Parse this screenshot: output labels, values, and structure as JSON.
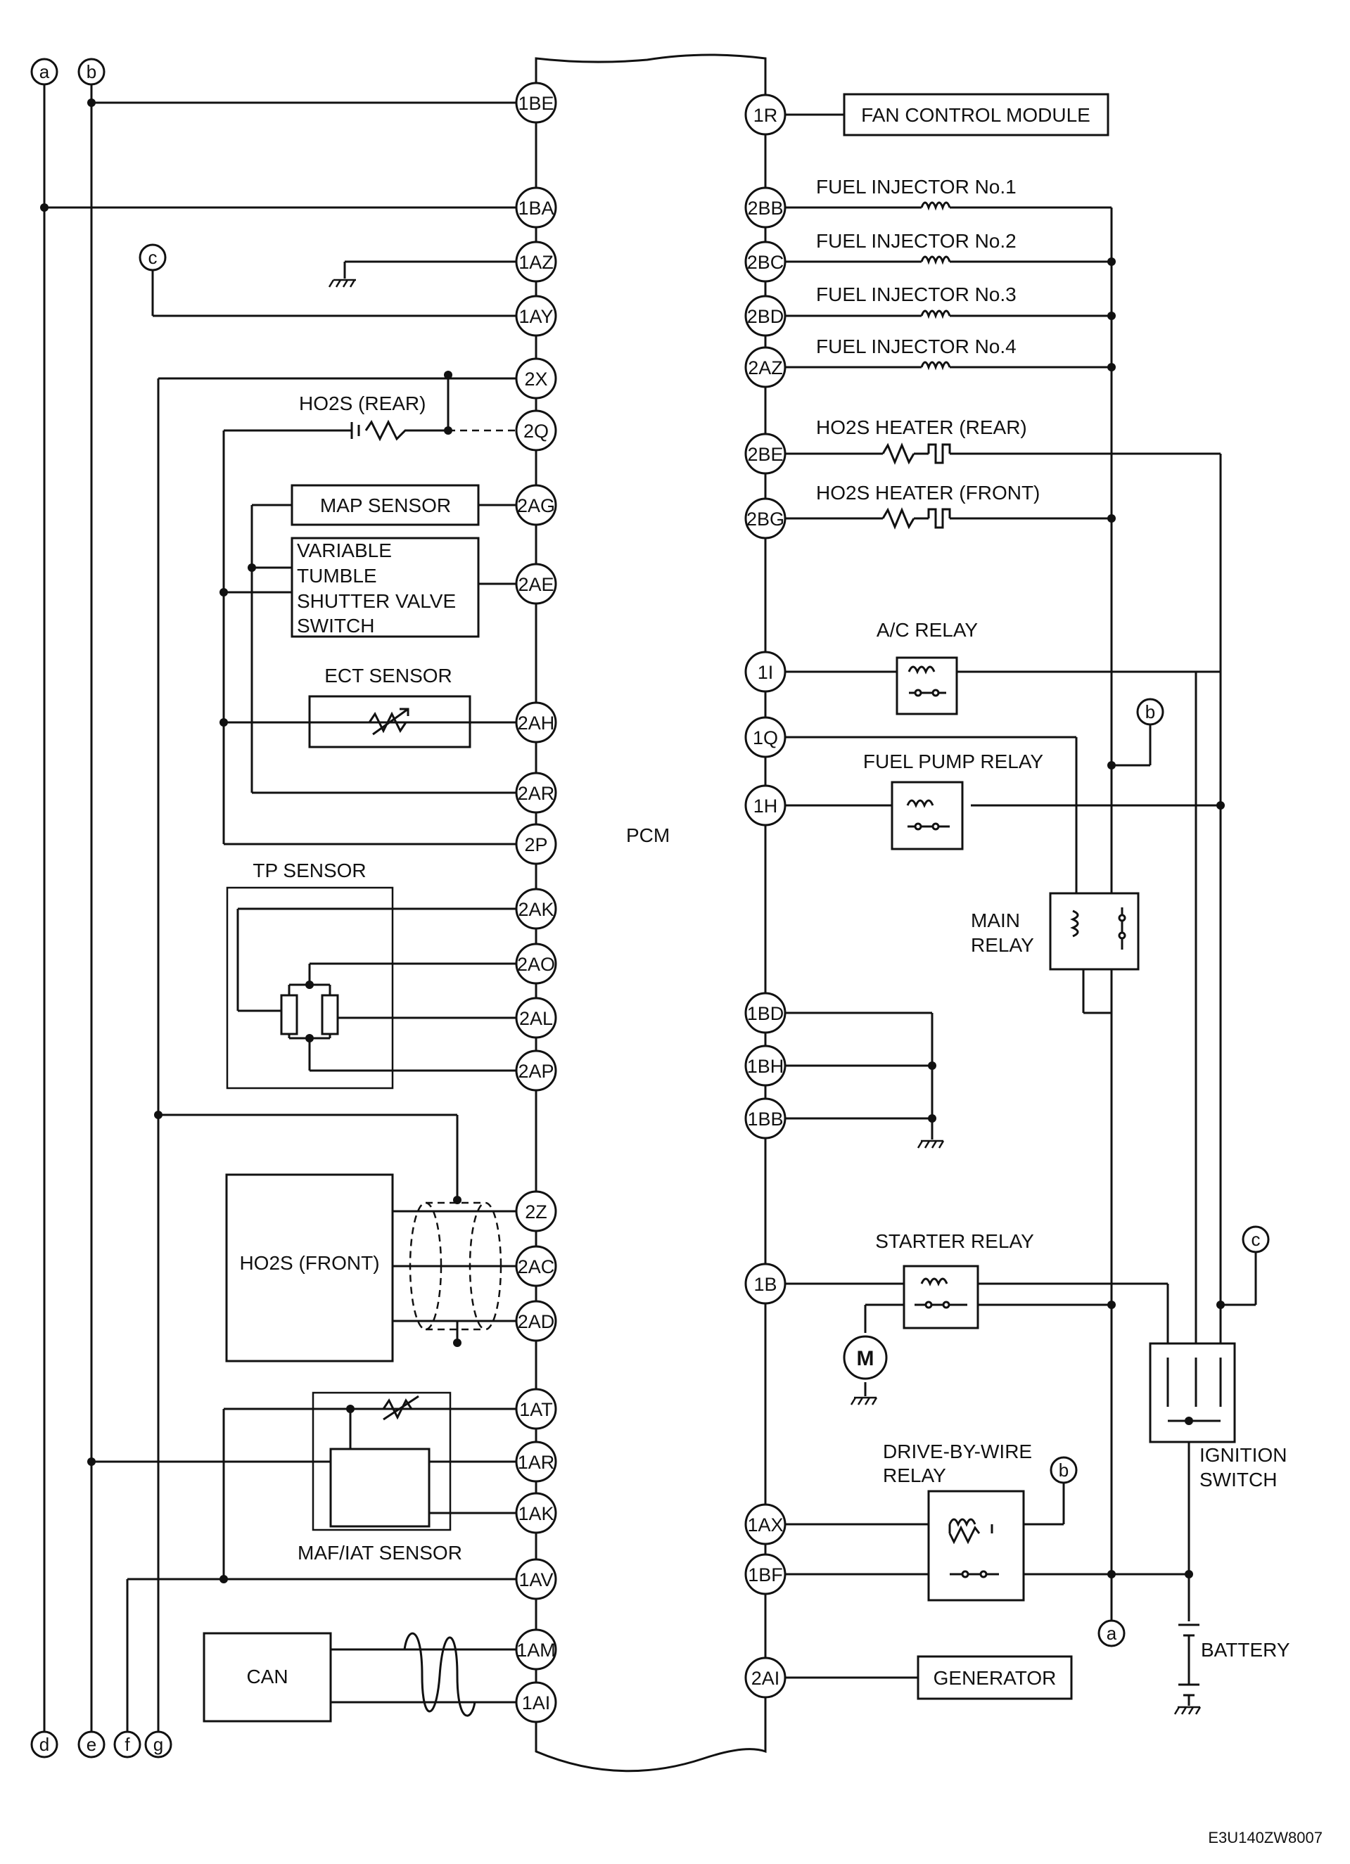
{
  "pcm_label": "PCM",
  "figure_code": "E3U140ZW8007",
  "left_pins": {
    "p1BE": "1BE",
    "p1BA": "1BA",
    "p1AZ": "1AZ",
    "p1AY": "1AY",
    "p2X": "2X",
    "p2Q": "2Q",
    "p2AG": "2AG",
    "p2AE": "2AE",
    "p2AH": "2AH",
    "p2AR": "2AR",
    "p2P": "2P",
    "p2AK": "2AK",
    "p2AO": "2AO",
    "p2AL": "2AL",
    "p2AP": "2AP",
    "p2Z": "2Z",
    "p2AC": "2AC",
    "p2AD": "2AD",
    "p1AT": "1AT",
    "p1AR": "1AR",
    "p1AK": "1AK",
    "p1AV": "1AV",
    "p1AM": "1AM",
    "p1AI": "1AI"
  },
  "right_pins": {
    "p1R": "1R",
    "p2BB": "2BB",
    "p2BC": "2BC",
    "p2BD": "2BD",
    "p2AZ": "2AZ",
    "p2BE": "2BE",
    "p2BG": "2BG",
    "p1I": "1I",
    "p1Q": "1Q",
    "p1H": "1H",
    "p1BD": "1BD",
    "p1BH": "1BH",
    "p1BB": "1BB",
    "p1B": "1B",
    "p1AX": "1AX",
    "p1BF": "1BF",
    "p2AI": "2AI"
  },
  "components": {
    "fan_control_module": "FAN CONTROL MODULE",
    "fuel_injector_1": "FUEL INJECTOR No.1",
    "fuel_injector_2": "FUEL INJECTOR No.2",
    "fuel_injector_3": "FUEL INJECTOR No.3",
    "fuel_injector_4": "FUEL INJECTOR No.4",
    "ho2s_heater_rear": "HO2S HEATER (REAR)",
    "ho2s_heater_front": "HO2S HEATER (FRONT)",
    "ac_relay": "A/C RELAY",
    "fuel_pump_relay": "FUEL PUMP RELAY",
    "main_relay_1": "MAIN",
    "main_relay_2": "RELAY",
    "starter_relay": "STARTER RELAY",
    "motor_symbol": "M",
    "dbw_relay_1": "DRIVE-BY-WIRE",
    "dbw_relay_2": "RELAY",
    "ignition_switch_1": "IGNITION",
    "ignition_switch_2": "SWITCH",
    "battery": "BATTERY",
    "generator": "GENERATOR",
    "ho2s_rear": "HO2S (REAR)",
    "map_sensor": "MAP SENSOR",
    "vtsv_1": "VARIABLE",
    "vtsv_2": "TUMBLE",
    "vtsv_3": "SHUTTER VALVE",
    "vtsv_4": "SWITCH",
    "ect_sensor": "ECT SENSOR",
    "tp_sensor": "TP SENSOR",
    "ho2s_front": "HO2S (FRONT)",
    "maf_iat_sensor": "MAF/IAT SENSOR",
    "can": "CAN"
  },
  "connectors": {
    "a": "a",
    "b": "b",
    "c": "c",
    "d": "d",
    "e": "e",
    "f": "f",
    "g": "g"
  }
}
